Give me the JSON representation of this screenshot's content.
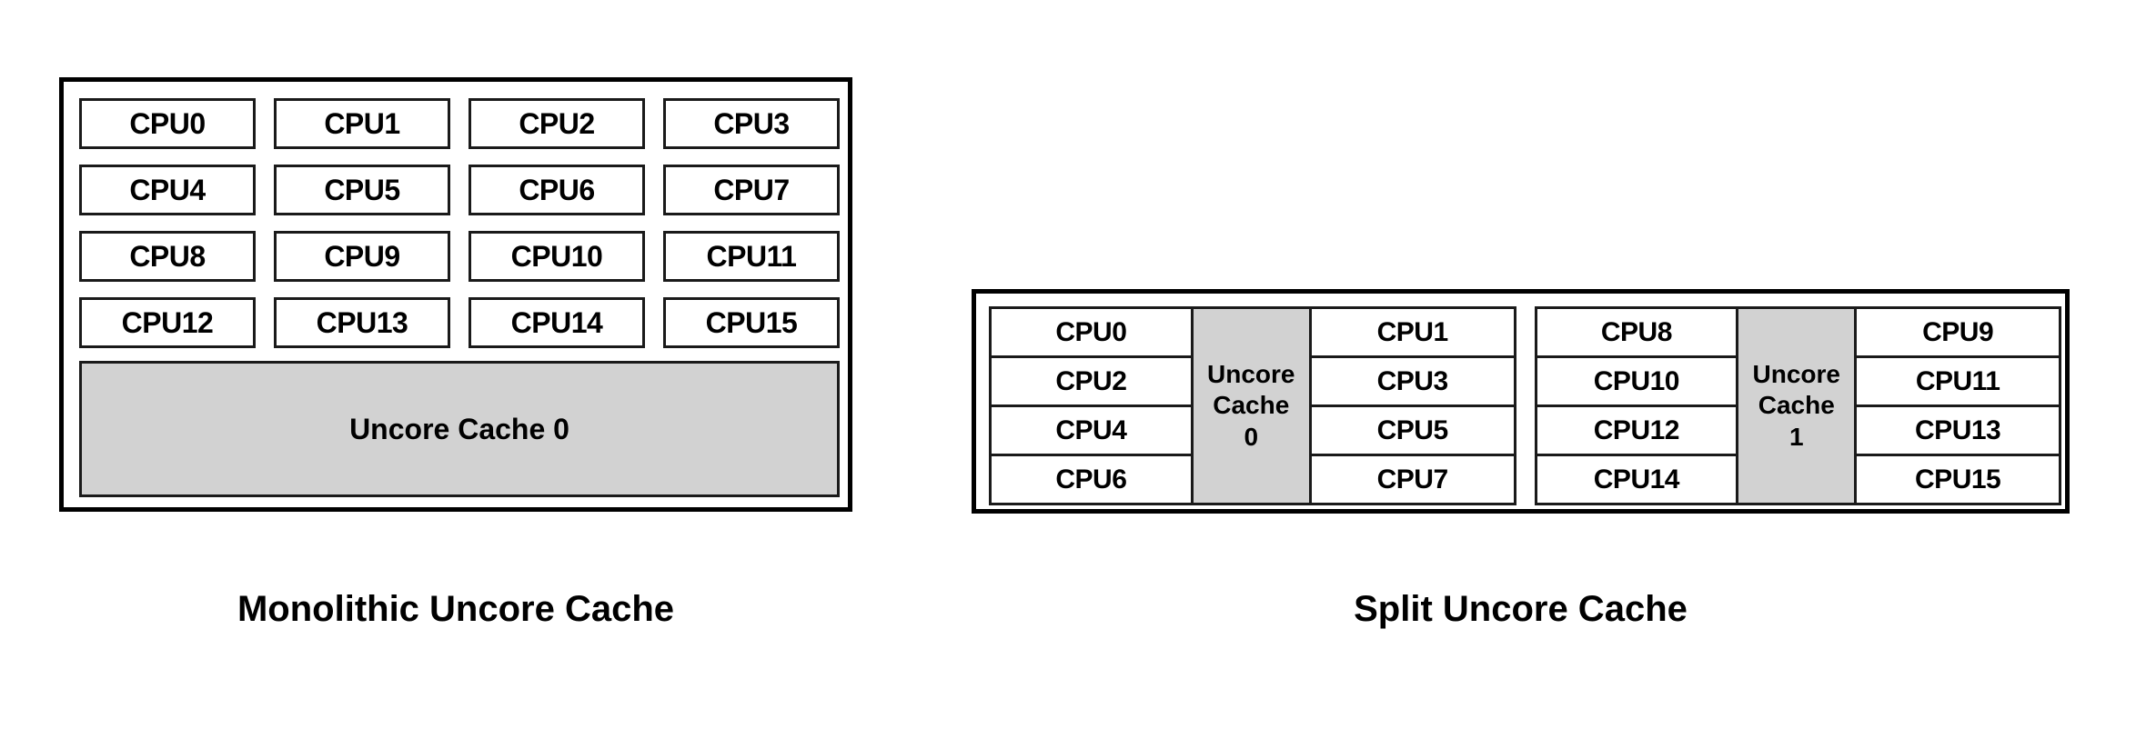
{
  "colors": {
    "cache_fill": "#d2d2d2",
    "border": "#000000",
    "text": "#000000",
    "background": "#ffffff"
  },
  "diagrams": [
    {
      "id": "monolithic",
      "caption": "Monolithic Uncore Cache",
      "layout": "grid-4x4-with-full-width-cache",
      "cpus": [
        "CPU0",
        "CPU1",
        "CPU2",
        "CPU3",
        "CPU4",
        "CPU5",
        "CPU6",
        "CPU7",
        "CPU8",
        "CPU9",
        "CPU10",
        "CPU11",
        "CPU12",
        "CPU13",
        "CPU14",
        "CPU15"
      ],
      "cache_label": "Uncore Cache 0"
    },
    {
      "id": "split",
      "caption": "Split Uncore Cache",
      "layout": "two-groups-each-cpus-cache-cpus",
      "groups": [
        {
          "id": "group-0",
          "left_cpus": [
            "CPU0",
            "CPU2",
            "CPU4",
            "CPU6"
          ],
          "cache_line1": "Uncore",
          "cache_line2": "Cache",
          "cache_line3": "0",
          "right_cpus": [
            "CPU1",
            "CPU3",
            "CPU5",
            "CPU7"
          ]
        },
        {
          "id": "group-1",
          "left_cpus": [
            "CPU8",
            "CPU10",
            "CPU12",
            "CPU14"
          ],
          "cache_line1": "Uncore",
          "cache_line2": "Cache",
          "cache_line3": "1",
          "right_cpus": [
            "CPU9",
            "CPU11",
            "CPU13",
            "CPU15"
          ]
        }
      ]
    }
  ]
}
